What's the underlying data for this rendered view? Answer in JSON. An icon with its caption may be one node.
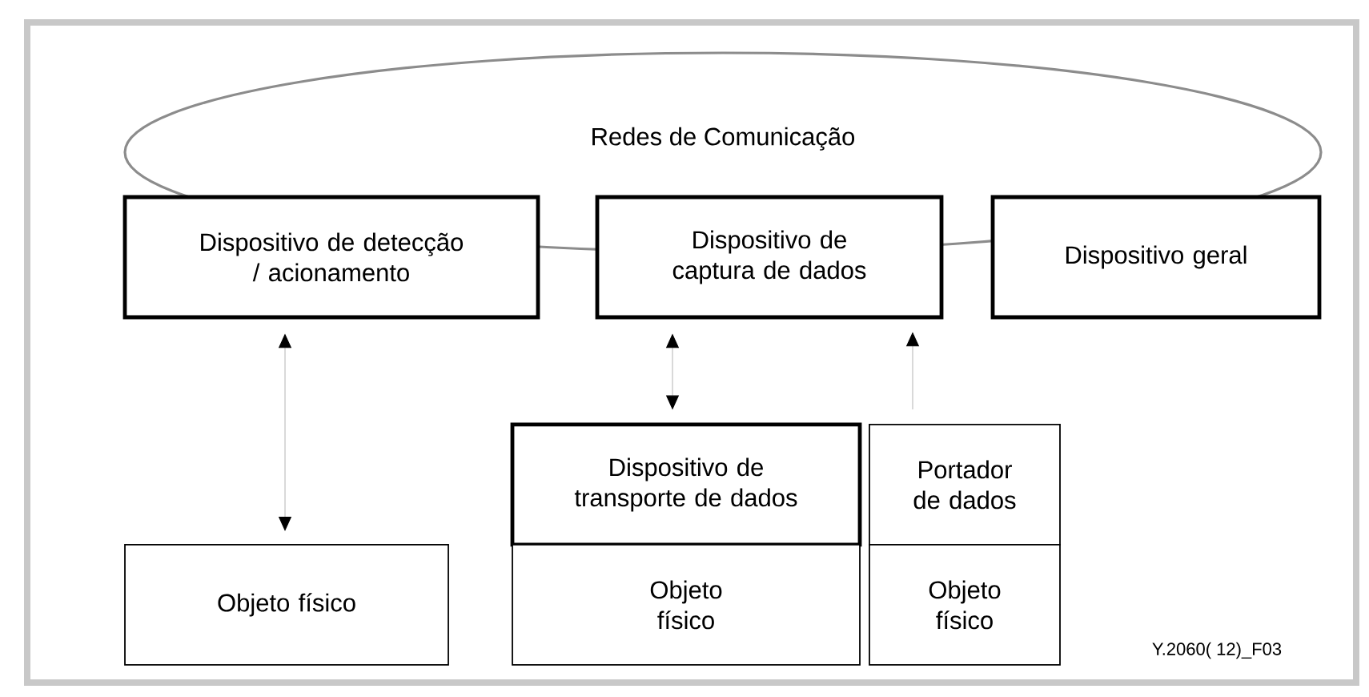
{
  "diagram": {
    "nodes": [
      {
        "text": [
          "Redes de Comunicação"
        ]
      },
      {
        "text": [
          "Dispositivo de detecção / acionamento"
        ]
      },
      {
        "text": [
          "Dispositivo de captura de dados"
        ]
      },
      {
        "text": [
          "Dispositivo geral"
        ]
      },
      {
        "text": [
          "Objeto físico"
        ]
      },
      {
        "text": [
          "Dispositivo de transporte de dados"
        ]
      },
      {
        "text": [
          "Objeto físico"
        ]
      },
      {
        "text": [
          "Portador de dados"
        ]
      },
      {
        "text": [
          "Objeto físico"
        ]
      }
    ],
    "edges": [
      {
        "from": 1,
        "to": 4,
        "arrow": "both"
      },
      {
        "from": 2,
        "to": 5,
        "arrow": "both"
      },
      {
        "from": 7,
        "to": 2,
        "arrow": "to"
      }
    ],
    "labels": [
      "Y.2060( 12)_F03"
    ]
  }
}
